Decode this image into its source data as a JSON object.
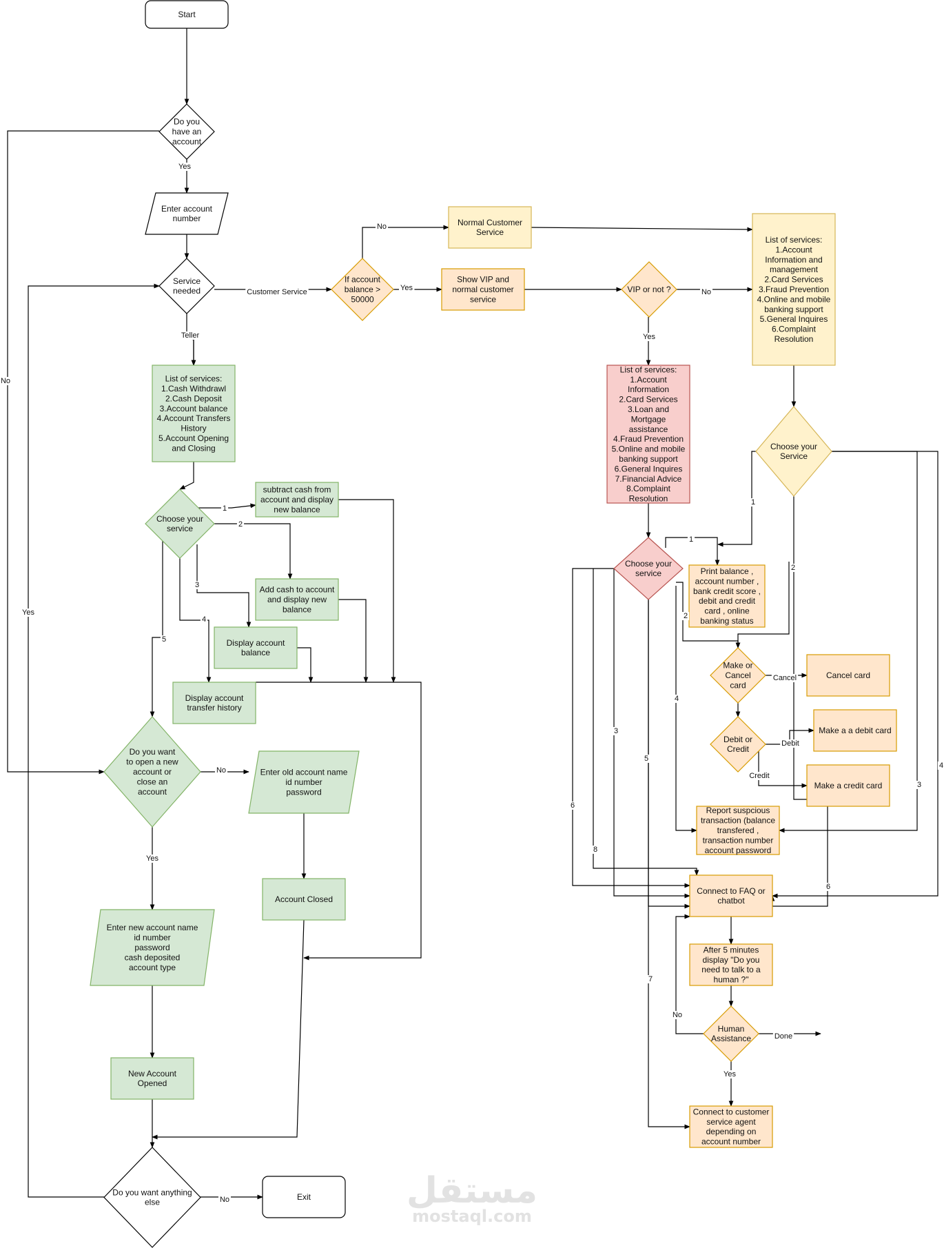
{
  "flowchart": {
    "colors": {
      "line": "#000000",
      "green_fill": "#d5e8d4",
      "green_stroke": "#82b366",
      "yellow_fill": "#fff2cc",
      "yellow_stroke": "#d6b656",
      "orange_fill": "#ffe6cc",
      "orange_stroke": "#d79b00",
      "red_fill": "#f8cecc",
      "red_stroke": "#b85450",
      "white_fill": "#ffffff",
      "white_stroke": "#000000"
    },
    "nodes": [
      {
        "id": "start",
        "shape": "rounded",
        "style": "white",
        "lines": [
          "Start"
        ]
      },
      {
        "id": "have-account",
        "shape": "diamond",
        "style": "white",
        "lines": [
          "Do you",
          "have an",
          "account"
        ]
      },
      {
        "id": "enter-account-number",
        "shape": "parallelogram",
        "style": "white",
        "lines": [
          "Enter account",
          "number"
        ]
      },
      {
        "id": "service-needed",
        "shape": "diamond",
        "style": "white",
        "lines": [
          "Service",
          "needed"
        ]
      },
      {
        "id": "balance-check",
        "shape": "diamond",
        "style": "orange",
        "lines": [
          "If account",
          "balance >",
          "50000"
        ]
      },
      {
        "id": "normal-customer-service",
        "shape": "rect",
        "style": "yellow",
        "lines": [
          "Normal Customer",
          "Service"
        ]
      },
      {
        "id": "show-vip-service",
        "shape": "rect",
        "style": "orange",
        "lines": [
          "Show VIP and",
          "normal customer",
          "service"
        ]
      },
      {
        "id": "vip-check",
        "shape": "diamond",
        "style": "orange",
        "lines": [
          "VIP or not ?"
        ]
      },
      {
        "id": "normal-service-list",
        "shape": "rect",
        "style": "yellow",
        "lines": [
          "List of services:",
          "1.Account",
          "Information and",
          "management",
          "2.Card Services",
          "3.Fraud Prevention",
          "4.Online and mobile",
          "banking support",
          "5.General Inquires",
          "6.Complaint",
          "Resolution"
        ]
      },
      {
        "id": "vip-service-list",
        "shape": "rect",
        "style": "red",
        "lines": [
          "List of services:",
          "1.Account",
          "Information",
          "2.Card Services",
          "3.Loan and",
          "Mortgage",
          "assistance",
          "4.Fraud Prevention",
          "5.Online and mobile",
          "banking support",
          "6.General Inquires",
          "7.Financial Advice",
          "8.Complaint",
          "Resolution"
        ]
      },
      {
        "id": "normal-choose-service",
        "shape": "diamond",
        "style": "yellow",
        "lines": [
          "Choose your",
          "Service"
        ]
      },
      {
        "id": "vip-choose-service",
        "shape": "diamond",
        "style": "red",
        "lines": [
          "Choose your",
          "service"
        ]
      },
      {
        "id": "print-balance",
        "shape": "rect",
        "style": "orange",
        "lines": [
          "Print balance ,",
          "account number ,",
          "bank credit score ,",
          "debit and credit",
          "card , online",
          "banking status"
        ]
      },
      {
        "id": "make-or-cancel",
        "shape": "diamond",
        "style": "orange",
        "lines": [
          "Make or",
          "Cancel",
          "card"
        ]
      },
      {
        "id": "cancel-card",
        "shape": "rect",
        "style": "orange",
        "lines": [
          "Cancel card"
        ]
      },
      {
        "id": "debit-or-credit",
        "shape": "diamond",
        "style": "orange",
        "lines": [
          "Debit or",
          "Credit"
        ]
      },
      {
        "id": "make-debit-card",
        "shape": "rect",
        "style": "orange",
        "lines": [
          "Make a a debit card"
        ]
      },
      {
        "id": "make-credit-card",
        "shape": "rect",
        "style": "orange",
        "lines": [
          "Make a credit card"
        ]
      },
      {
        "id": "report-suspicious",
        "shape": "rect",
        "style": "orange",
        "lines": [
          "Report suspcious",
          "transaction (balance",
          "transfered ,",
          "transaction number",
          "account password"
        ]
      },
      {
        "id": "connect-faq",
        "shape": "rect",
        "style": "orange",
        "lines": [
          "Connect to FAQ or",
          "chatbot"
        ]
      },
      {
        "id": "after-5-minutes",
        "shape": "rect",
        "style": "orange",
        "lines": [
          "After 5 minutes",
          "display \"Do you",
          "need to talk to a",
          "human ?\""
        ]
      },
      {
        "id": "human-assistance",
        "shape": "diamond",
        "style": "orange",
        "lines": [
          "Human",
          "Assistance"
        ]
      },
      {
        "id": "connect-agent",
        "shape": "rect",
        "style": "orange",
        "lines": [
          "Connect to customer",
          "service agent",
          "depending on",
          "account number"
        ]
      },
      {
        "id": "teller-service-list",
        "shape": "rect",
        "style": "green",
        "lines": [
          "List of services:",
          "1.Cash Withdrawl",
          "2.Cash Deposit",
          "3.Account balance",
          "4.Account Transfers",
          "History",
          "5.Account Opening",
          "and Closing"
        ]
      },
      {
        "id": "teller-choose-service",
        "shape": "diamond",
        "style": "green",
        "lines": [
          "Choose your",
          "service"
        ]
      },
      {
        "id": "subtract-cash",
        "shape": "rect",
        "style": "green",
        "lines": [
          "subtract cash from",
          "account and display",
          "new balance"
        ]
      },
      {
        "id": "add-cash",
        "shape": "rect",
        "style": "green",
        "lines": [
          "Add cash to account",
          "and display new",
          "balance"
        ]
      },
      {
        "id": "display-balance",
        "shape": "rect",
        "style": "green",
        "lines": [
          "Display account",
          "balance"
        ]
      },
      {
        "id": "display-transfer-history",
        "shape": "rect",
        "style": "green",
        "lines": [
          "Display account",
          "transfer history"
        ]
      },
      {
        "id": "open-or-close",
        "shape": "diamond",
        "style": "green",
        "lines": [
          "Do you want",
          "to open a new",
          "account or",
          "close an",
          "account"
        ]
      },
      {
        "id": "enter-old-account",
        "shape": "parallelogram",
        "style": "green",
        "lines": [
          "Enter old account name",
          "id number",
          "password"
        ]
      },
      {
        "id": "account-closed",
        "shape": "rect",
        "style": "green",
        "lines": [
          "Account Closed"
        ]
      },
      {
        "id": "enter-new-account",
        "shape": "parallelogram",
        "style": "green",
        "lines": [
          "Enter new account name",
          "id number",
          "password",
          "cash deposited",
          "account type"
        ]
      },
      {
        "id": "new-account-opened",
        "shape": "rect",
        "style": "green",
        "lines": [
          "New Account",
          "Opened"
        ]
      },
      {
        "id": "anything-else",
        "shape": "diamond",
        "style": "white",
        "lines": [
          "Do you want anything",
          "else"
        ]
      },
      {
        "id": "exit",
        "shape": "rounded",
        "style": "white",
        "lines": [
          "Exit"
        ]
      }
    ],
    "edge_labels": [
      {
        "id": "no",
        "text": "No"
      },
      {
        "id": "yes",
        "text": "Yes"
      },
      {
        "id": "customer-service",
        "text": "Customer Service"
      },
      {
        "id": "teller",
        "text": "Teller"
      },
      {
        "id": "cancel",
        "text": "Cancel"
      },
      {
        "id": "debit",
        "text": "Debit"
      },
      {
        "id": "credit",
        "text": "Credit"
      },
      {
        "id": "done",
        "text": "Done"
      },
      {
        "id": "n1",
        "text": "1"
      },
      {
        "id": "n2",
        "text": "2"
      },
      {
        "id": "n3",
        "text": "3"
      },
      {
        "id": "n4",
        "text": "4"
      },
      {
        "id": "n5",
        "text": "5"
      },
      {
        "id": "n6",
        "text": "6"
      },
      {
        "id": "n7",
        "text": "7"
      },
      {
        "id": "n8",
        "text": "8"
      }
    ],
    "watermark": {
      "arabic": "مستقل",
      "latin": "mostaql.com"
    }
  }
}
